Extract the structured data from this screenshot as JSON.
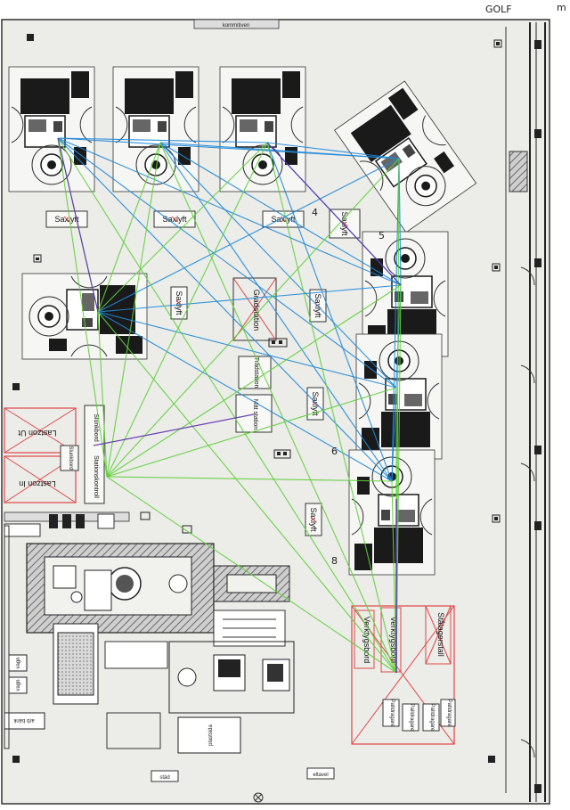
{
  "header": {
    "corner_text": "GOLF",
    "corner_mark": "m"
  },
  "colors": {
    "blue": "#1e88d8",
    "green": "#5fcf3a",
    "purple": "#5b2fb0",
    "red": "#e04848",
    "machine": "#1a1a1a",
    "paper": "#f4f4f2",
    "floor": "#e9e9e6"
  },
  "icons": [
    "machine-icon",
    "square-marker-icon",
    "hatch-pattern-icon",
    "cross-box-icon"
  ],
  "labels": {
    "saxlyft": "Saxlyft",
    "gradstation": "Gradstation",
    "trad_station": "Trådstation",
    "mat_station": "Mät station",
    "slunkbord": "Slunkbord",
    "slunkbord_2": "Slunkbord",
    "stationskontroll": "Stationskontroll",
    "lastzon_ut": "Lastzon Ut",
    "lastzon_in": "Lastzon In",
    "verktygsbord_1": "Verktygsbord",
    "verktygsbord_2": "Verktygsbord",
    "stallagerstall": "Stålagerstall",
    "palldragare_1": "Palldragare",
    "palldragare_2": "Palldragare",
    "palldragare_3": "Palldragare",
    "palldragare_4": "Palldragare",
    "top_strip": "kommitiven",
    "arbetsbank": "arb bänk",
    "plastsida": "plastsida",
    "vagn_1": "vagn",
    "vagn_2": "vagn",
    "bottom_1": "städ",
    "bottom_2": "eltavel",
    "hand_4": "4",
    "hand_5": "5",
    "hand_6": "6",
    "hand_8": "8"
  }
}
